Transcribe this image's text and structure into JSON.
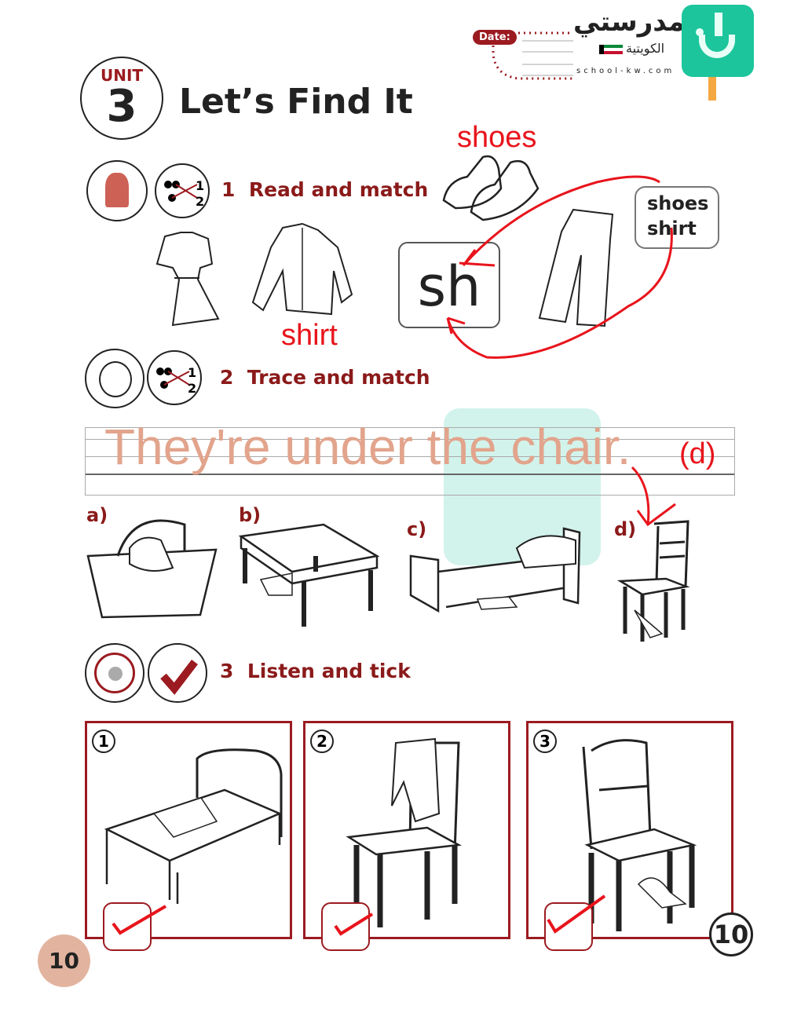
{
  "header": {
    "date_label": "Date:",
    "brand_arabic": "مدرستي",
    "brand_country": "الكويتية",
    "brand_url": "school-kw.com"
  },
  "unit": {
    "label": "UNIT",
    "number": "3",
    "title": "Let’s Find It"
  },
  "section1": {
    "number": "1",
    "title": "Read and match",
    "word_top": "shoes",
    "word_shirt": "shirt",
    "sound": "sh",
    "options": [
      "shoes",
      "shirt"
    ]
  },
  "section2": {
    "number": "2",
    "title": "Trace and match",
    "sentence": "They're under the chair.",
    "answer": "(d)",
    "labels": [
      "a)",
      "b)",
      "c)",
      "d)"
    ]
  },
  "section3": {
    "number": "3",
    "title": "Listen and tick",
    "boxes": [
      "1",
      "2",
      "3"
    ]
  },
  "page": {
    "number": "10",
    "badge": "10"
  },
  "colors": {
    "accent": "#8b1a1a",
    "annotation": "#e8141c",
    "trace": "#e2a48c",
    "brand": "#1cc59c"
  }
}
